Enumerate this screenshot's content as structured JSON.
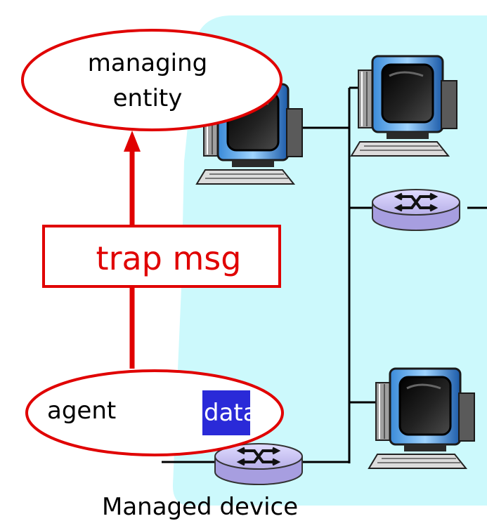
{
  "diagram": {
    "managing_entity_line1": "managing",
    "managing_entity_line2": "entity",
    "trap_label": "trap msg",
    "agent_label": "agent",
    "data_label": "data",
    "caption": "Managed device"
  },
  "colors": {
    "network_background": "#ccf9fc",
    "arrow_and_box": "#e00000",
    "data_box": "#2a2ad8",
    "router": "#c9c3f2"
  },
  "icons": [
    "computer-icon",
    "router-icon"
  ]
}
